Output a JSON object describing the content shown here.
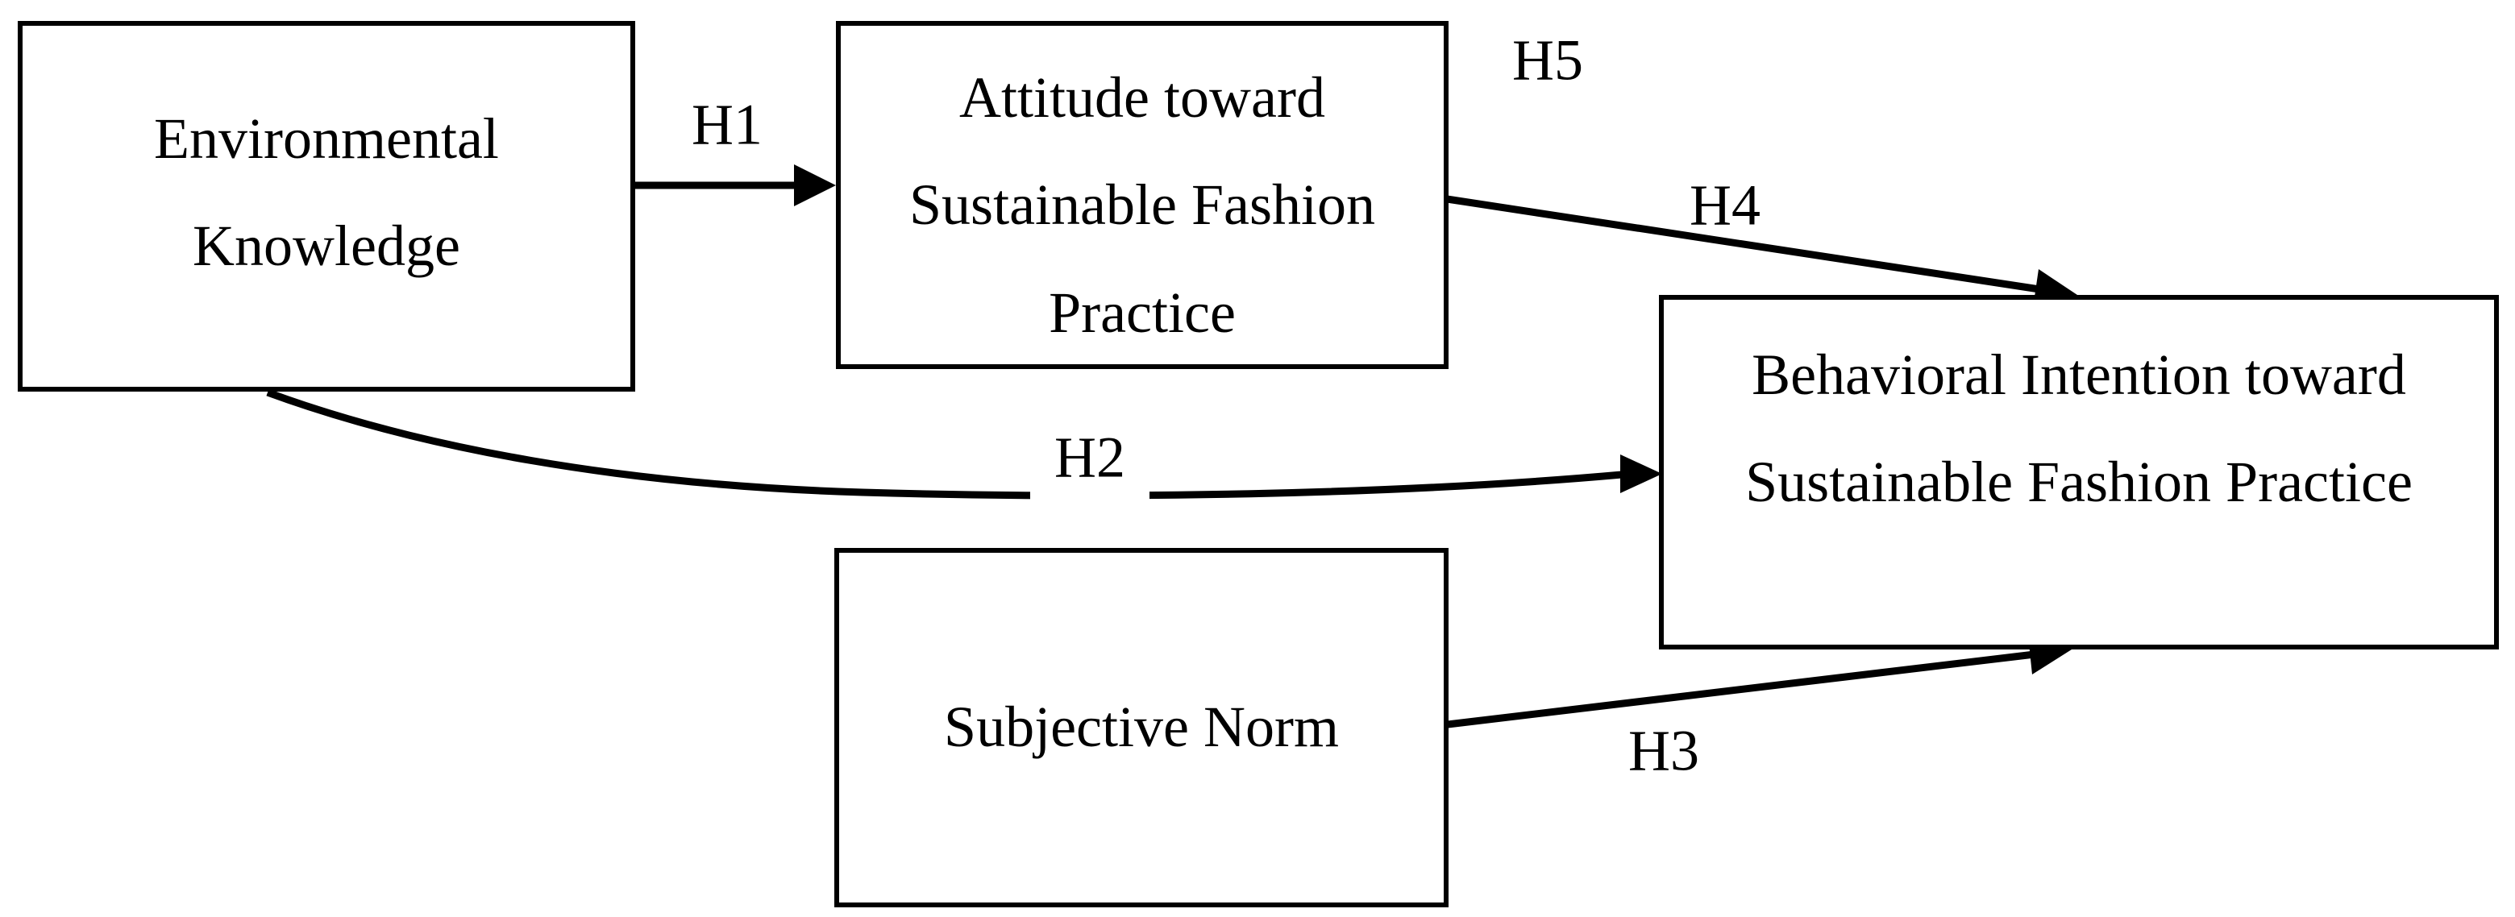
{
  "figure": {
    "background_color": "#ffffff",
    "line_color": "#000000"
  },
  "diagram": {
    "boxes": [
      {
        "id": "environmental-knowledge",
        "lines": [
          "Environmental",
          "Knowledge"
        ]
      },
      {
        "id": "attitude-toward-sustainable-fashion-practice",
        "lines": [
          "Attitude toward",
          "Sustainable Fashion",
          "Practice"
        ]
      },
      {
        "id": "behavioral-intention-toward-sustainable-fashion-practice",
        "lines": [
          "Behavioral Intention toward",
          "Sustainable Fashion Practice"
        ]
      },
      {
        "id": "subjective-norm",
        "lines": [
          "Subjective Norm"
        ]
      }
    ],
    "hypotheses": [
      {
        "label": "H1",
        "from": "environmental-knowledge",
        "to": "attitude-toward-sustainable-fashion-practice"
      },
      {
        "label": "H2",
        "from": "environmental-knowledge",
        "to": "behavioral-intention-toward-sustainable-fashion-practice"
      },
      {
        "label": "H3",
        "from": "subjective-norm",
        "to": "behavioral-intention-toward-sustainable-fashion-practice"
      },
      {
        "label": "H4",
        "from": "attitude-toward-sustainable-fashion-practice",
        "to": "behavioral-intention-toward-sustainable-fashion-practice"
      },
      {
        "label": "H5"
      }
    ]
  }
}
